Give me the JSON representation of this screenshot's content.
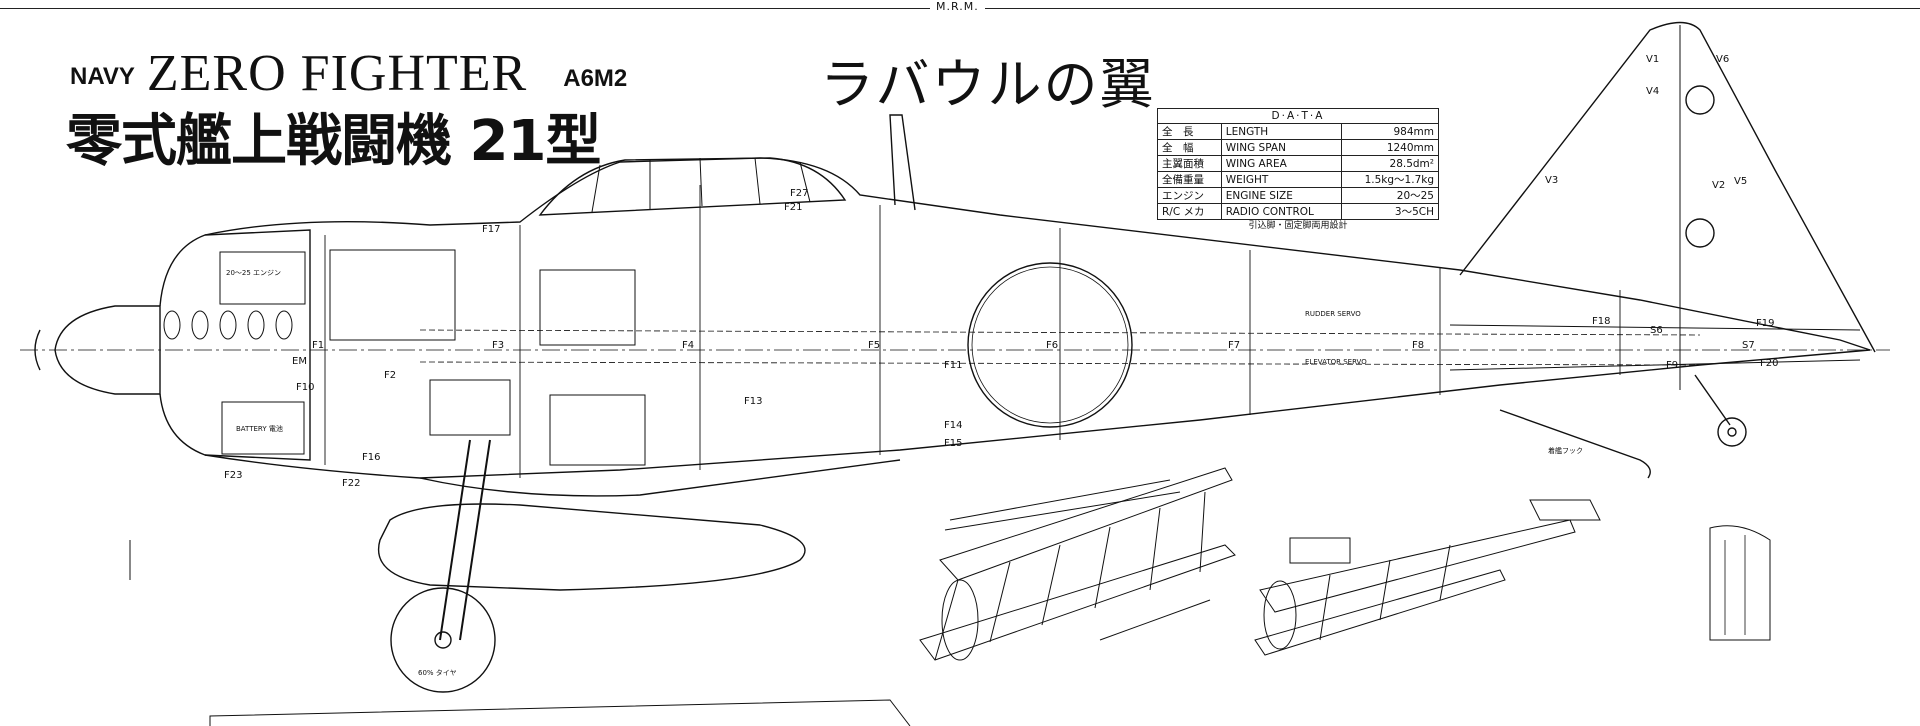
{
  "header": {
    "mark": "M.R.M.",
    "prefix": "NAVY",
    "title": "ZERO FIGHTER",
    "model_code": "A6M2",
    "title_jp": "零式艦上戦闘機 21型",
    "subtitle_jp": "ラバウルの翼"
  },
  "data_table": {
    "heading": "D·A·T·A",
    "rows": [
      {
        "jp": "全　長",
        "en": "LENGTH",
        "value": "984mm"
      },
      {
        "jp": "全　幅",
        "en": "WING SPAN",
        "value": "1240mm"
      },
      {
        "jp": "主翼面積",
        "en": "WING AREA",
        "value": "28.5dm²"
      },
      {
        "jp": "全備重量",
        "en": "WEIGHT",
        "value": "1.5kg～1.7kg"
      },
      {
        "jp": "エンジン",
        "en": "ENGINE SIZE",
        "value": "20～25"
      },
      {
        "jp": "R/C メカ",
        "en": "RADIO CONTROL",
        "value": "3～5CH"
      }
    ],
    "note": "引込脚・固定脚両用設計"
  },
  "formers": [
    "F1",
    "F2",
    "F3",
    "F4",
    "F5",
    "F6",
    "F7",
    "F8",
    "F9",
    "F10",
    "F11",
    "F13",
    "F14",
    "F15",
    "F16",
    "F17",
    "F18",
    "F19",
    "F20",
    "F21",
    "F22",
    "F23",
    "F27",
    "EM"
  ],
  "tail_labels": [
    "V1",
    "V2",
    "V3",
    "V4",
    "V5",
    "V6",
    "S6",
    "S7"
  ],
  "callouts": {
    "engine": "20～25 エンジン",
    "battery": "BATTERY 電池",
    "rudder_servo": "RUDDER SERVO",
    "elevator_servo": "ELEVATOR SERVO",
    "wheel": "60% タイヤ",
    "tail_hook": "着艦フック"
  }
}
